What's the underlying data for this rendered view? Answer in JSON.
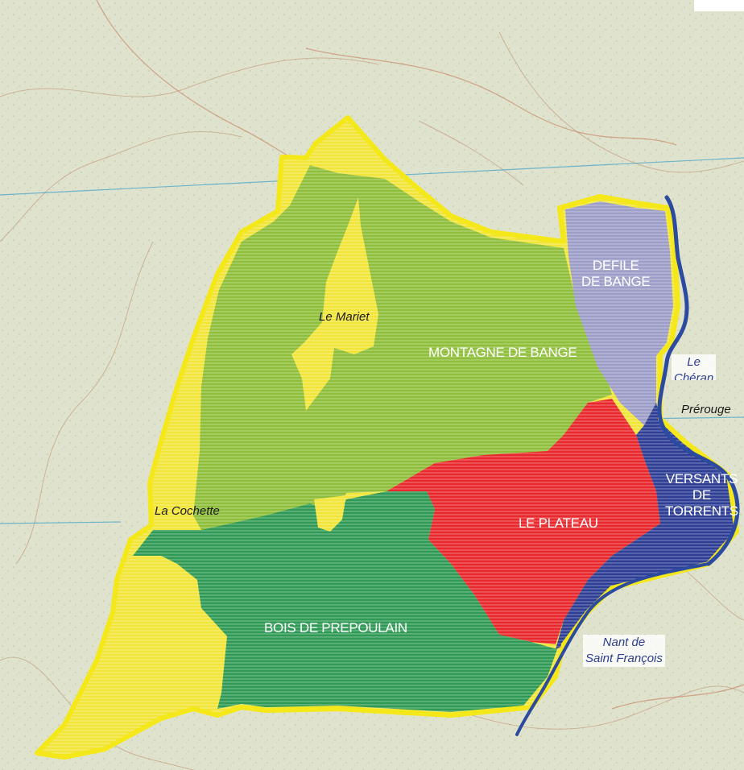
{
  "colors": {
    "zone_outline": "#f4e81a",
    "yellow_zones": "#f2e53a",
    "montagne_de_bange": "#8fbe3a",
    "bois_de_prepoulain": "#2f9a55",
    "le_plateau": "#e8282d",
    "defile_de_bange": "#9d9ec8",
    "versants_de_torrents": "#2e3f95",
    "rivers": "#2b4aa0",
    "map_background": "#dfe3cd"
  },
  "zones": {
    "montagne_de_bange": "MONTAGNE DE BANGE",
    "bois_de_prepoulain": "BOIS DE PREPOULAIN",
    "le_plateau": "LE PLATEAU",
    "defile_de_bange_line1": "DEFILE",
    "defile_de_bange_line2": "DE BANGE",
    "versants_line1": "VERSANTS",
    "versants_line2": "DE",
    "versants_line3": "TORRENTS"
  },
  "places": {
    "le_mariet": "Le Mariet",
    "la_cochette": "La Cochette",
    "prerouge": "Prérouge"
  },
  "waterways": {
    "le_cheran_line1": "Le",
    "le_cheran_line2": "Chéran",
    "nant_line1": "Nant de",
    "nant_line2": "Saint François"
  }
}
